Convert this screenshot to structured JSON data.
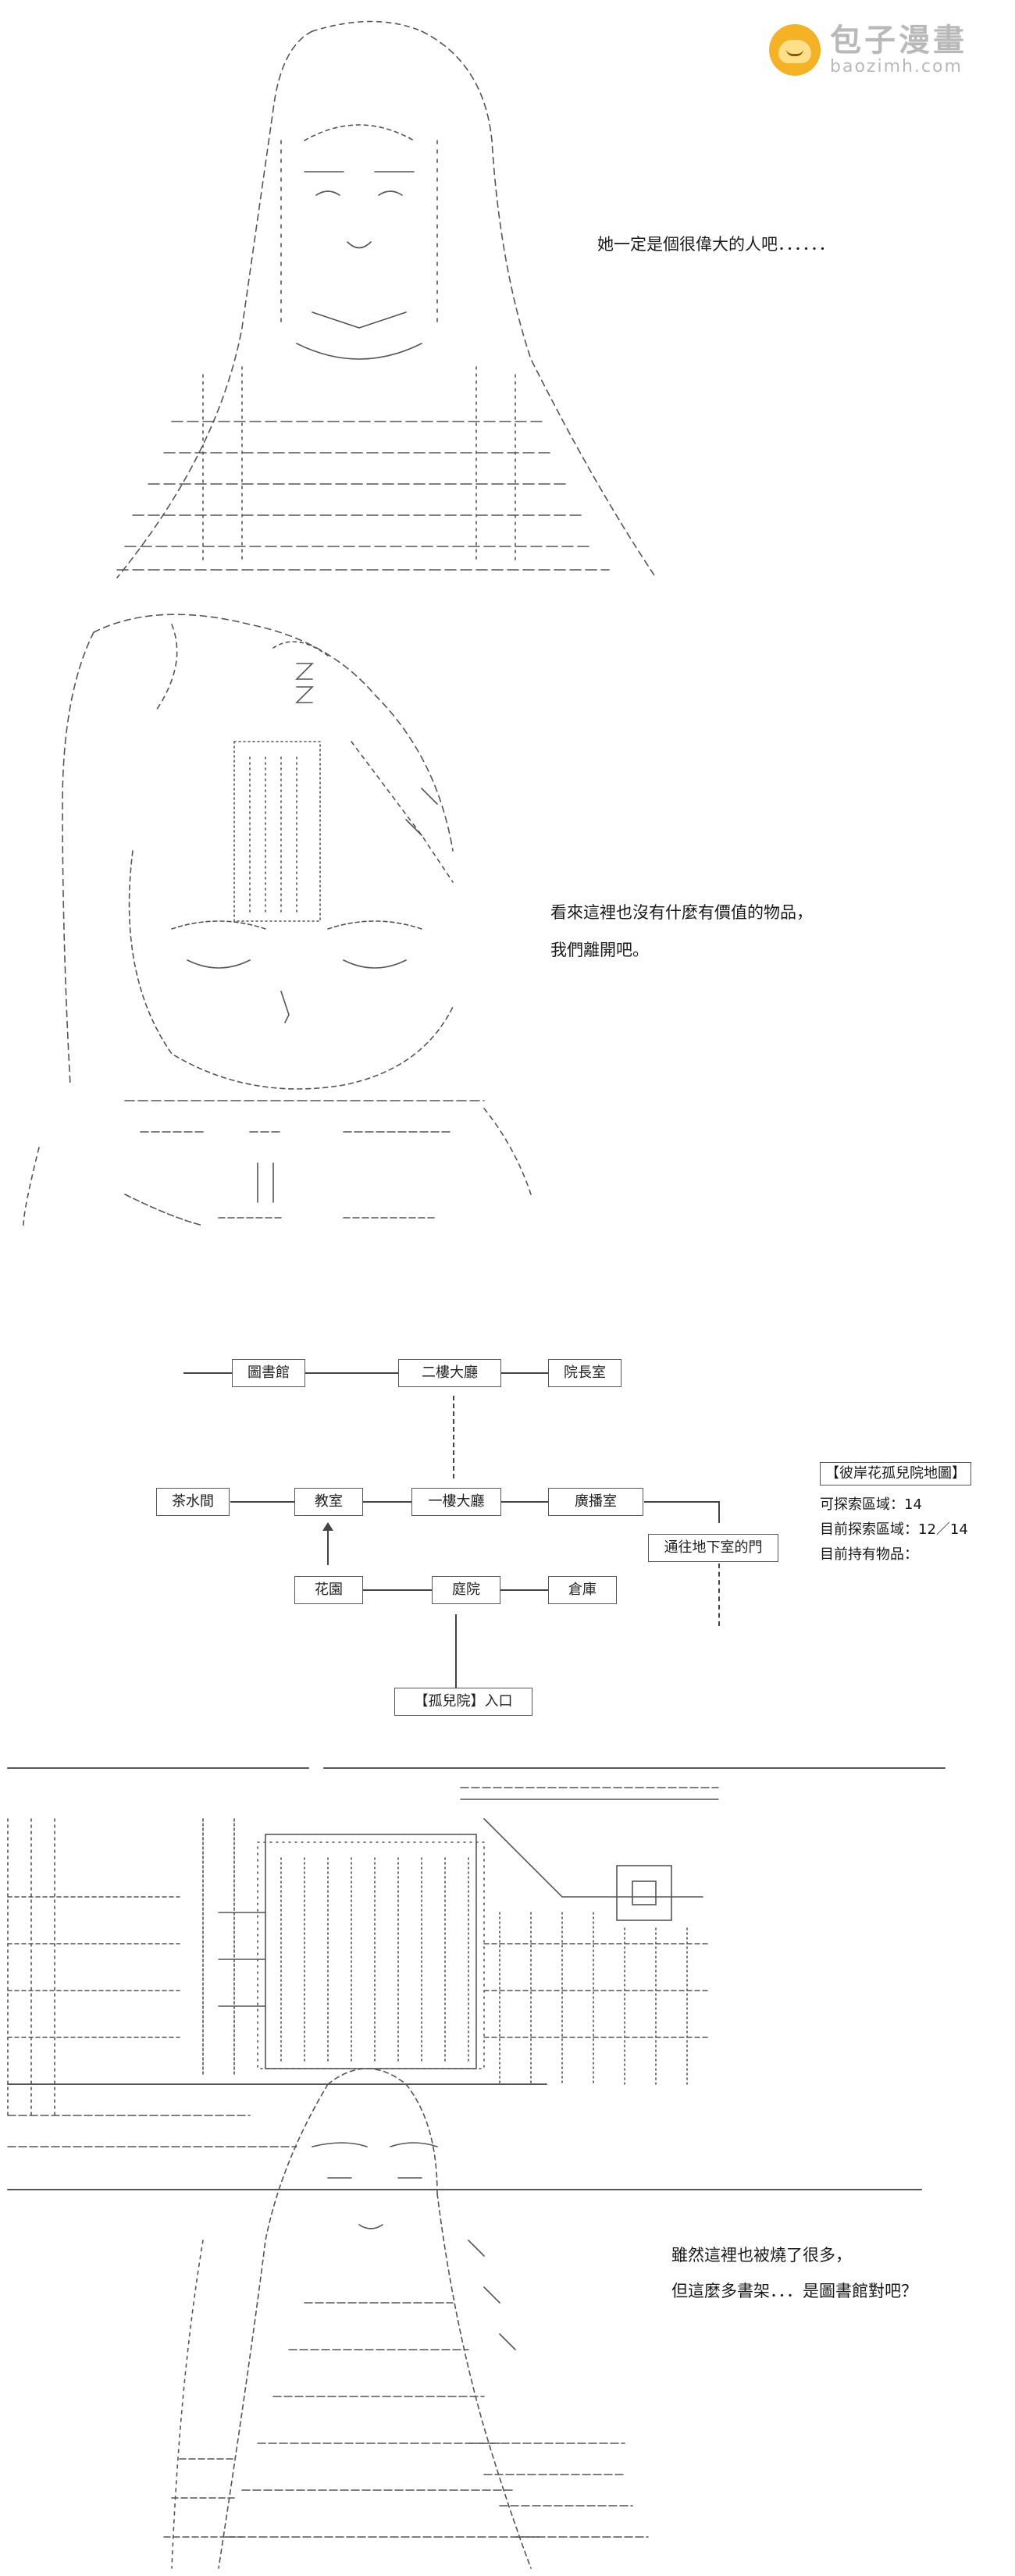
{
  "watermark": {
    "title": "包子漫畫",
    "subtitle": "baozimh.com",
    "accent": "#f4b224",
    "icon": "bun-mascot-icon"
  },
  "panels": [
    {
      "caption": "她一定是個很偉大的人吧．．．．．．"
    },
    {
      "caption_lines": [
        "看來這裡也沒有什麼有價值的物品，",
        "我們離開吧。"
      ]
    },
    {
      "caption_lines": [
        "雖然這裡也被燒了很多，",
        "但這麼多書架．．．是圖書館對吧？"
      ]
    }
  ],
  "map": {
    "nodes": {
      "library": "圖書館",
      "hall_2f": "二樓大廳",
      "director_room": "院長室",
      "tea_room": "茶水間",
      "classroom": "教室",
      "hall_1f": "一樓大廳",
      "broadcast_room": "廣播室",
      "basement_door": "通往地下室的門",
      "garden": "花園",
      "courtyard": "庭院",
      "warehouse": "倉庫",
      "entrance": "【孤兒院】入口"
    },
    "legend": {
      "title": "【彼岸花孤兒院地圖】",
      "explorable": "可探索區域：14",
      "explored": "目前探索區域：12／14",
      "items": "目前持有物品："
    }
  }
}
